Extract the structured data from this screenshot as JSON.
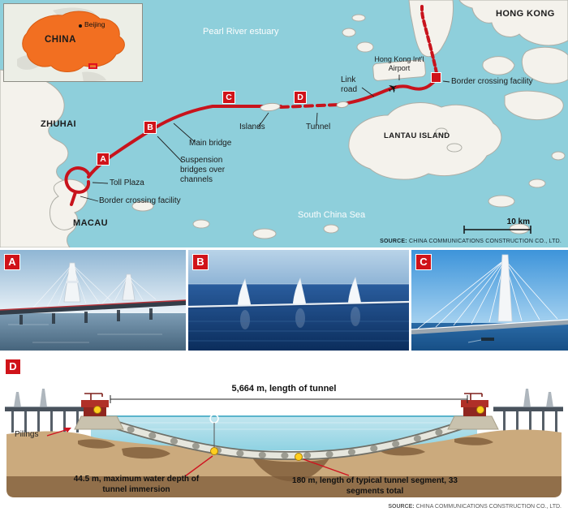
{
  "colors": {
    "water": "#8ecfdb",
    "land": "#f4f2ec",
    "route_red": "#c8131c",
    "badge_red": "#d01319",
    "china_orange": "#f26f21"
  },
  "icons": {
    "airplane": "✈"
  },
  "inset": {
    "country": "CHINA",
    "city": "Beijing"
  },
  "map": {
    "markers": {
      "a": "A",
      "b": "B",
      "c": "C",
      "d": "D"
    },
    "labels": {
      "estuary": "Pearl River estuary",
      "hong_kong": "HONG KONG",
      "zhuhai": "ZHUHAI",
      "macau": "MACAU",
      "lantau_island": "LANTAU ISLAND",
      "south_china_sea": "South China Sea",
      "airport": "Hong Kong Int'l Airport",
      "link_road": "Link road",
      "border_crossing_hk": "Border crossing facility",
      "islands": "Islands",
      "tunnel": "Tunnel",
      "main_bridge": "Main bridge",
      "suspension_bridges": "Suspension bridges over channels",
      "toll_plaza": "Toll Plaza",
      "border_crossing_macau": "Border crossing facility",
      "scale": "10 km"
    },
    "source_label": "SOURCE:",
    "source_text": " CHINA COMMUNICATIONS CONSTRUCTION CO., LTD."
  },
  "photos": {
    "a": "A",
    "b": "B",
    "c": "C"
  },
  "diagram": {
    "badge": "D",
    "tunnel_length": "5,664 m, length of tunnel",
    "pilings": "Pilings",
    "water_depth": "44.5 m, maximum water depth of tunnel immersion",
    "segment_length": "180 m, length of typical tunnel segment, 33 segments total",
    "source_label": "SOURCE:",
    "source_text": " CHINA COMMUNICATIONS CONSTRUCTION CO., LTD."
  }
}
